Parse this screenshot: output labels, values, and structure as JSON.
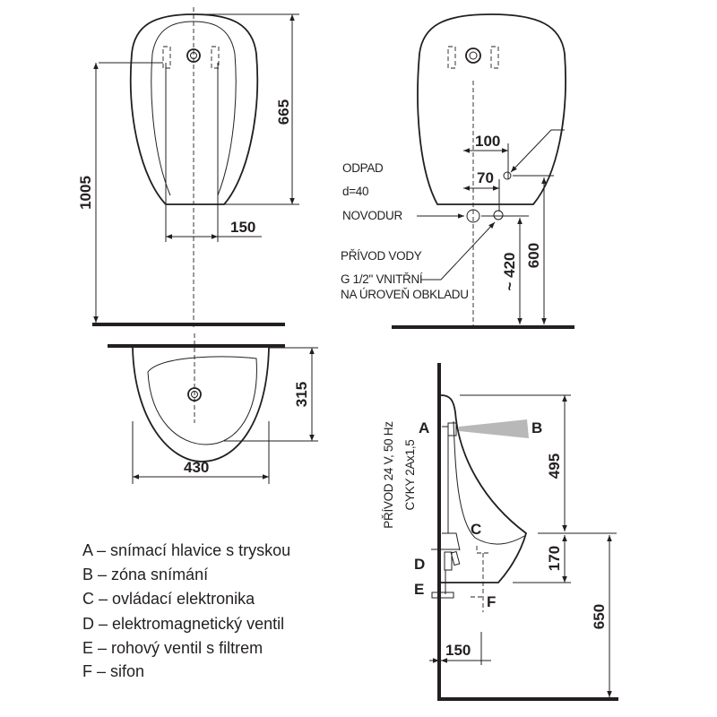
{
  "front_view": {
    "dim_height_total": "1005",
    "dim_height_body": "665",
    "dim_width_holes": "150"
  },
  "side_view": {
    "dim_100": "100",
    "dim_70": "70",
    "dim_600": "600",
    "dim_420": "~ 420",
    "drain_note": [
      "ODPAD",
      "d=40",
      "NOVODUR"
    ],
    "water_note": [
      "PŘÍVOD VODY",
      "G 1/2\" VNITŘNÍ",
      "NA ÚROVEŇ OBKLADU"
    ]
  },
  "top_view": {
    "dim_depth": "315",
    "dim_width": "430"
  },
  "section_view": {
    "power_note": [
      "PŘÍVOD 24 V, 50 Hz",
      "CYKY 2Ax1,5"
    ],
    "labels": {
      "a": "A",
      "b": "B",
      "c": "C",
      "d": "D",
      "e": "E",
      "f": "F"
    },
    "dim_495": "495",
    "dim_170": "170",
    "dim_650": "650",
    "dim_150": "150"
  },
  "legend": [
    "A – snímací hlavice s tryskou",
    "B – zóna snímání",
    "C – ovládací elektronika",
    "D – elektromagnetický ventil",
    "E – rohový ventil s filtrem",
    "F – sifon"
  ]
}
